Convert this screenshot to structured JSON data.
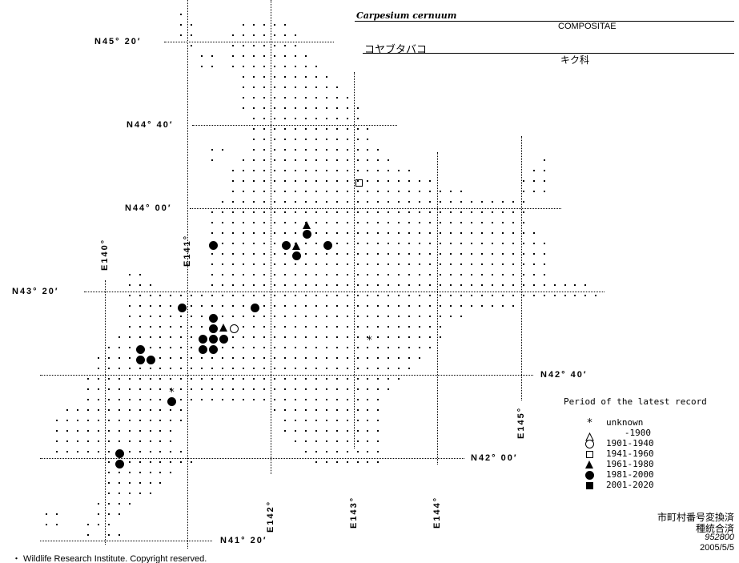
{
  "header": {
    "scientific_name": "Carpesium cernuum",
    "family_latin": "COMPOSITAE",
    "japanese_name": "コヤブタバコ",
    "family_japanese": "キク科"
  },
  "grid_labels": {
    "lat": [
      "N45° 20′",
      "N44° 40′",
      "N44° 00′",
      "N43° 20′",
      "N42° 40′",
      "N42° 00′",
      "N41° 20′"
    ],
    "lon": [
      "E140°",
      "E141°",
      "E142°",
      "E143°",
      "E144°",
      "E145°"
    ]
  },
  "legend": {
    "title": "Period of the latest record",
    "items": [
      {
        "symbol": "asterisk",
        "label": "unknown"
      },
      {
        "symbol": "open-triangle",
        "label": "-1900"
      },
      {
        "symbol": "open-circle",
        "label": "1901-1940"
      },
      {
        "symbol": "open-square",
        "label": "1941-1960"
      },
      {
        "symbol": "filled-triangle",
        "label": "1961-1980"
      },
      {
        "symbol": "filled-circle",
        "label": "1981-2000"
      },
      {
        "symbol": "filled-square",
        "label": "2001-2020"
      }
    ]
  },
  "footer": {
    "status1": "市町村番号変換済",
    "status2": "種統合済",
    "code": "952800",
    "date": "2005/5/5",
    "copyright": "・ Wildlife Research Institute. Copyright reserved."
  }
}
